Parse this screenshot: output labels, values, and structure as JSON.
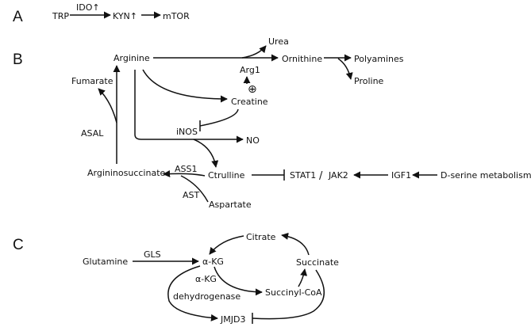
{
  "panels": {
    "a": "A",
    "b": "B",
    "c": "C"
  },
  "panel_a": {
    "trp": "TRP",
    "ido": "IDO↑",
    "kyn": "KYN↑",
    "mtor": "mTOR"
  },
  "panel_b": {
    "arginine": "Arginine",
    "urea": "Urea",
    "ornithine": "Ornithine",
    "polyamines": "Polyamines",
    "proline": "Proline",
    "arg1": "Arg1",
    "plus": "⊕",
    "creatine": "Creatine",
    "fumarate": "Fumarate",
    "asal": "ASAL",
    "inos": "iNOS",
    "no": "NO",
    "argininosuccinate": "Argininosuccinate",
    "ass1": "ASS1",
    "ctrulline": "Ctrulline",
    "ast": "AST",
    "aspartate": "Aspartate",
    "stat1": "STAT1",
    "slash": "/",
    "jak2": "JAK2",
    "igf1": "IGF1",
    "dserine": "D-serine metabolism"
  },
  "panel_c": {
    "glutamine": "Glutamine",
    "gls": "GLS",
    "akg": "α-KG",
    "citrate": "Citrate",
    "succinate": "Succinate",
    "akg_dh_1": "α-KG",
    "akg_dh_2": "dehydrogenase",
    "succinyl_coa": "Succinyl-CoA",
    "jmjd3": "JMJD3"
  }
}
